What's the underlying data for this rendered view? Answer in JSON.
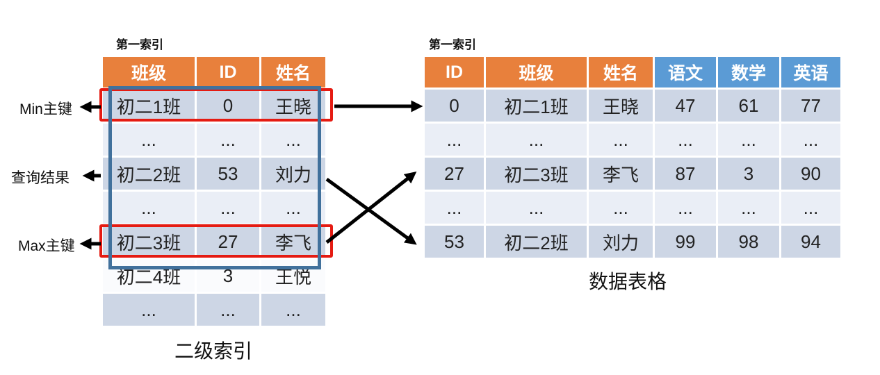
{
  "left_table": {
    "caption_top": "第一索引",
    "caption_bottom": "二级索引",
    "headers": [
      "班级",
      "ID",
      "姓名"
    ],
    "rows": [
      [
        "初二1班",
        "0",
        "王晓"
      ],
      [
        "...",
        "...",
        "..."
      ],
      [
        "初二2班",
        "53",
        "刘力"
      ],
      [
        "...",
        "...",
        "..."
      ],
      [
        "初二3班",
        "27",
        "李飞"
      ],
      [
        "初二4班",
        "3",
        "王悦"
      ],
      [
        "...",
        "...",
        "..."
      ]
    ]
  },
  "right_table": {
    "caption_top": "第一索引",
    "caption_bottom": "数据表格",
    "headers": [
      "ID",
      "班级",
      "姓名",
      "语文",
      "数学",
      "英语"
    ],
    "rows": [
      [
        "0",
        "初二1班",
        "王晓",
        "47",
        "61",
        "77"
      ],
      [
        "...",
        "...",
        "...",
        "...",
        "...",
        "..."
      ],
      [
        "27",
        "初二3班",
        "李飞",
        "87",
        "3",
        "90"
      ],
      [
        "...",
        "...",
        "...",
        "...",
        "...",
        "..."
      ],
      [
        "53",
        "初二2班",
        "刘力",
        "99",
        "98",
        "94"
      ]
    ]
  },
  "annotations": {
    "min_key": "Min主键",
    "query_result": "查询结果",
    "max_key": "Max主键"
  },
  "colors": {
    "orange_header": "#E8803C",
    "blue_header": "#5B9BD5",
    "row_dark": "#CDD6E5",
    "row_light": "#EAEEF6",
    "highlight_red": "#E51B12",
    "range_blue": "#41719C",
    "arrow": "#000000"
  }
}
